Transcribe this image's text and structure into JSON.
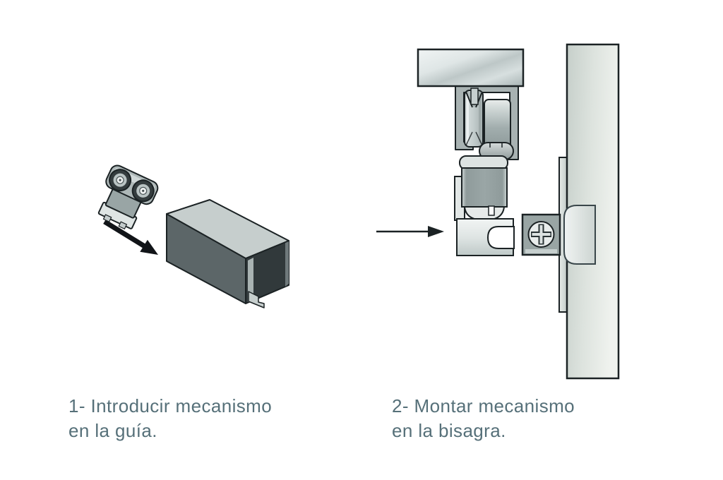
{
  "document": {
    "type": "assembly-instruction-diagram",
    "language": "es",
    "background": "#ffffff"
  },
  "colors": {
    "caption_text": "#567079",
    "outline": "#1b2224",
    "metal_light": "#e9edec",
    "metal_mid": "#a6b0b0",
    "metal_dark": "#5c6668",
    "rail_interior": "#31393b",
    "arrow": "#111418",
    "door_panel": "#dde3de"
  },
  "steps": [
    {
      "number": "1",
      "caption_line1": "1- Introducir mecanismo",
      "caption_line2": "en la guía.",
      "illustration_parts": [
        "roller-trolley",
        "insertion-arrow",
        "guide-rail"
      ]
    },
    {
      "number": "2",
      "caption_line1": "2- Montar mecanismo",
      "caption_line2": "en la bisagra.",
      "illustration_parts": [
        "mounting-arrow",
        "ceiling-profile",
        "rail-cross-section",
        "roller-wheel",
        "bearing",
        "mechanism-cylinder",
        "hinge-bracket",
        "hinge-screw",
        "mounting-strip",
        "door-panel",
        "hinge-cup"
      ]
    }
  ],
  "icons": {
    "insertion_arrow": "diagonal-down-right-arrow",
    "mounting_arrow": "right-arrow",
    "screw_head": "phillips-cross"
  }
}
